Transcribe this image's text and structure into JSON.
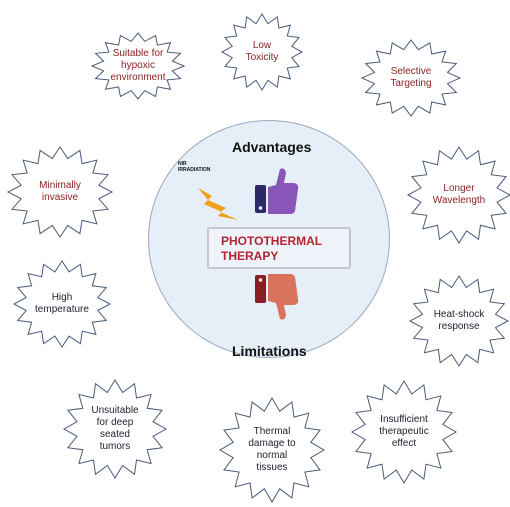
{
  "diagram": {
    "center_title": "PHOTOTHERMAL\nTHERAPY",
    "advantages_heading": "Advantages",
    "limitations_heading": "Limitations",
    "nir_label": "NIR\nIRRADIATION",
    "advantages": [
      {
        "text": "Suitable for\nhypoxic\nenvironment"
      },
      {
        "text": "Low\nToxicity"
      },
      {
        "text": "Selective\nTargeting"
      },
      {
        "text": "Minimally\ninvasive"
      },
      {
        "text": "Longer\nWavelength"
      }
    ],
    "limitations": [
      {
        "text": "High\ntemperature"
      },
      {
        "text": "Heat-shock\nresponse"
      },
      {
        "text": "Unsuitable\nfor deep\nseated\ntumors"
      },
      {
        "text": "Thermal\ndamage to\nnormal\ntissues"
      },
      {
        "text": "Insufficient\ntherapeutic\neffect"
      }
    ],
    "colors": {
      "advantage_text": "#8b2222",
      "limitation_text": "#222233",
      "center_text": "#b02530",
      "thumbs_up": "#8a55b8",
      "thumbs_down": "#d9735c",
      "cuff_up": "#2b2a66",
      "cuff_down": "#8a1c24",
      "lightning": "#f2a019",
      "circle_fill": "#e6eef7"
    },
    "icons": [
      "thumbs-up-icon",
      "thumbs-down-icon",
      "lightning-icon"
    ]
  }
}
